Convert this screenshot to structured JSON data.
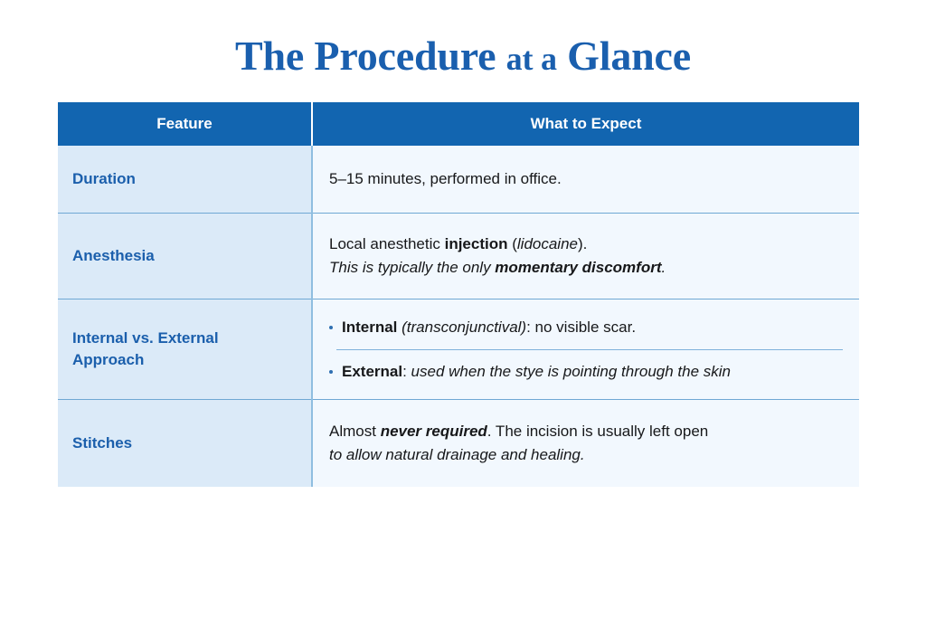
{
  "page": {
    "background": "#FFFFFF",
    "accent_blue": "#1265B0",
    "title_blue": "#1A5FAE",
    "feature_cell_bg": "#DBEAF8",
    "expect_cell_bg": "#F2F8FE",
    "divider_blue": "#6FA8D4"
  },
  "title": {
    "part1": "The Procedure",
    "part2": "at a",
    "part3": "Glance"
  },
  "table": {
    "headers": {
      "feature": "Feature",
      "expect": "What to Expect"
    },
    "rows": [
      {
        "feature": "Duration",
        "lines": [
          {
            "text": "5–15 minutes, performed in office.",
            "italic": false
          }
        ]
      },
      {
        "feature": "Anesthesia",
        "lines": [
          {
            "text": "Local anesthetic injection (lidocaine).",
            "italic": false
          },
          {
            "text": "This is typically the only momentary discomfort.",
            "italic": true
          }
        ]
      },
      {
        "feature_line1": "Internal vs. External",
        "feature_line2": "Approach",
        "bullets": [
          {
            "text": "Internal (transconjunctival): no visible scar."
          },
          {
            "text": "External: used when the stye is pointing through the skin"
          }
        ]
      },
      {
        "feature": "Stitches",
        "lines": [
          {
            "text": "Almost never required. The incision is usually left open",
            "italic": false
          },
          {
            "text": "to allow natural drainage and healing.",
            "italic": true
          }
        ]
      }
    ]
  }
}
